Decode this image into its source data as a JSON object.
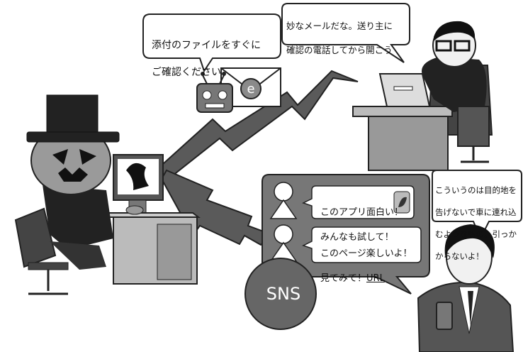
{
  "phishing_bubble": {
    "line1": "添付のファイルをすぐに",
    "line2": "ご確認ください"
  },
  "office_worker_bubble": {
    "line1": "妙なメールだな。送り主に",
    "line2": "確認の電話してから開こう"
  },
  "warning_bubble": {
    "line1": "こういうのは目的地を",
    "line2": "告げないで車に連れ込",
    "line3": "むようなもの。引っか",
    "line4": "からないよ！"
  },
  "sns_post_1": {
    "line1": "このアプリ面白い！",
    "line2": "みんなも試して！"
  },
  "sns_post_2": {
    "line1": "このページ楽しいよ！",
    "line2_prefix": "見てみて！",
    "link": "URL"
  },
  "sns_badge": "SNS",
  "email_badge_letter": "e"
}
